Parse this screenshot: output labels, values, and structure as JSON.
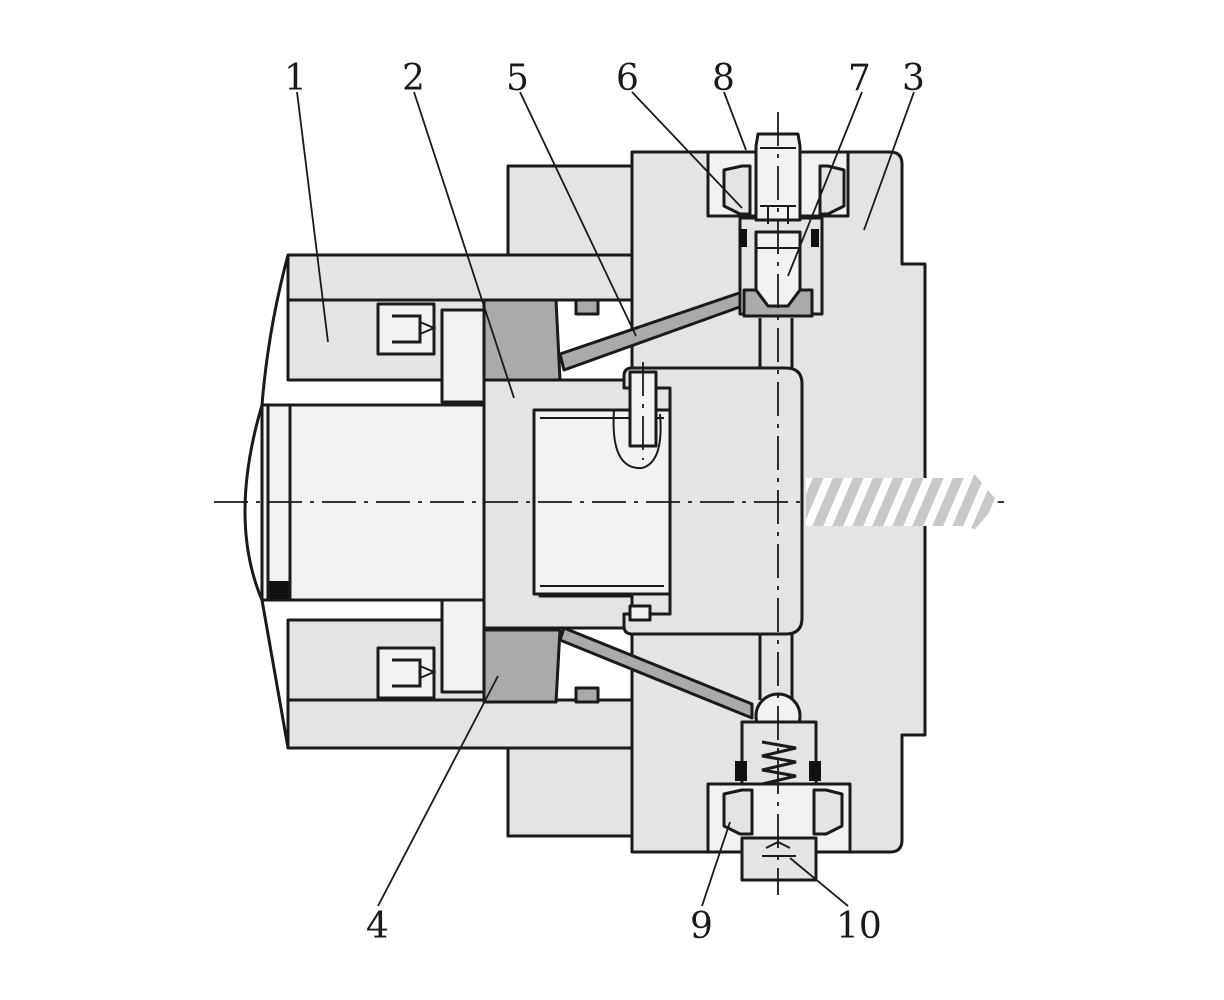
{
  "callouts": [
    {
      "id": "1",
      "text": "1"
    },
    {
      "id": "2",
      "text": "2"
    },
    {
      "id": "5",
      "text": "5"
    },
    {
      "id": "6",
      "text": "6"
    },
    {
      "id": "8",
      "text": "8"
    },
    {
      "id": "7",
      "text": "7"
    },
    {
      "id": "3",
      "text": "3"
    },
    {
      "id": "4",
      "text": "4"
    },
    {
      "id": "9",
      "text": "9"
    },
    {
      "id": "10",
      "text": "10"
    }
  ],
  "colors": {
    "light_fill": "#e4e4e4",
    "medium_fill": "#aaaaaa",
    "outline": "#1a1a1a",
    "arrow_stripes": "#c8c8c8"
  }
}
